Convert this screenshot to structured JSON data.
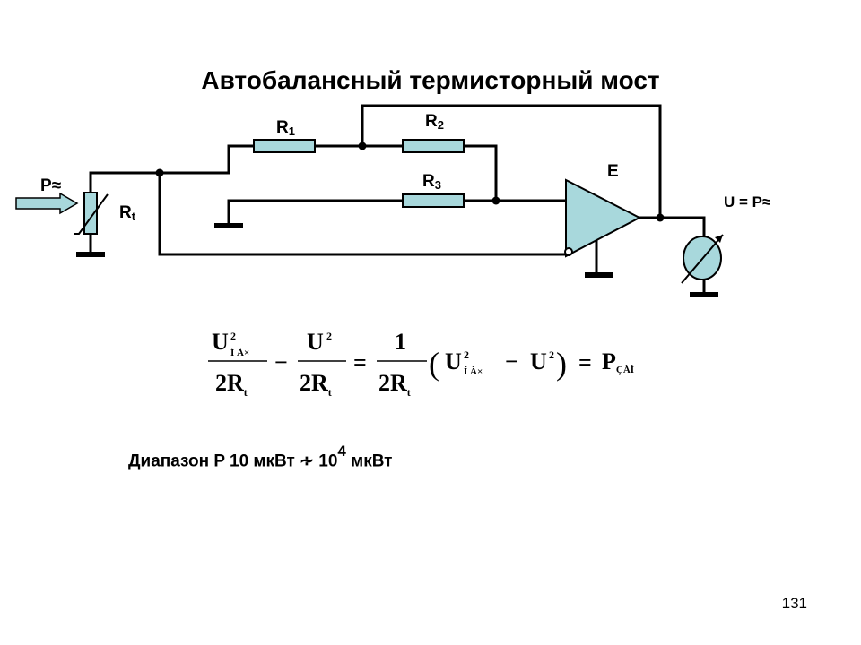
{
  "slide": {
    "title": "Автобалансный термисторный мост",
    "page_number": "131"
  },
  "circuit": {
    "r1": "R1",
    "r1_base": "R",
    "r1_sub": "1",
    "r2": "R2",
    "r2_base": "R",
    "r2_sub": "2",
    "r3": "R3",
    "r3_base": "R",
    "r3_sub": "3",
    "rt": "Rt",
    "rt_base": "R",
    "rt_sub": "t",
    "e_label": "E",
    "p_label": "P",
    "p_suffix": "≈",
    "output_label": "U = P≈",
    "colors": {
      "component_fill": "#a8d8dc",
      "wire": "#000000"
    }
  },
  "formula": {
    "f1_num": "U",
    "f1_num_exp": "2",
    "f1_num_sub": "Í À×",
    "f1_den": "2R",
    "f1_den_sub": "t",
    "minus": "−",
    "f2_num": "U",
    "f2_num_exp": "2",
    "f2_den": "2R",
    "f2_den_sub": "t",
    "equals": "=",
    "f3_num": "1",
    "f3_den": "2R",
    "f3_den_sub": "t",
    "paren_open": "(",
    "paren_close": ")",
    "p1": "U",
    "p1_exp": "2",
    "p1_sub": "Í À×",
    "p_minus": "−",
    "p2": "U",
    "p2_exp": "2",
    "equals2": "=",
    "result": "P",
    "result_sub": "ÇÀÌ"
  },
  "range": {
    "prefix": "Диапазон P  10 мкВт",
    "div_symbol": "∻",
    "value_base": "10",
    "value_exp": "4",
    "suffix": "мкВт"
  }
}
